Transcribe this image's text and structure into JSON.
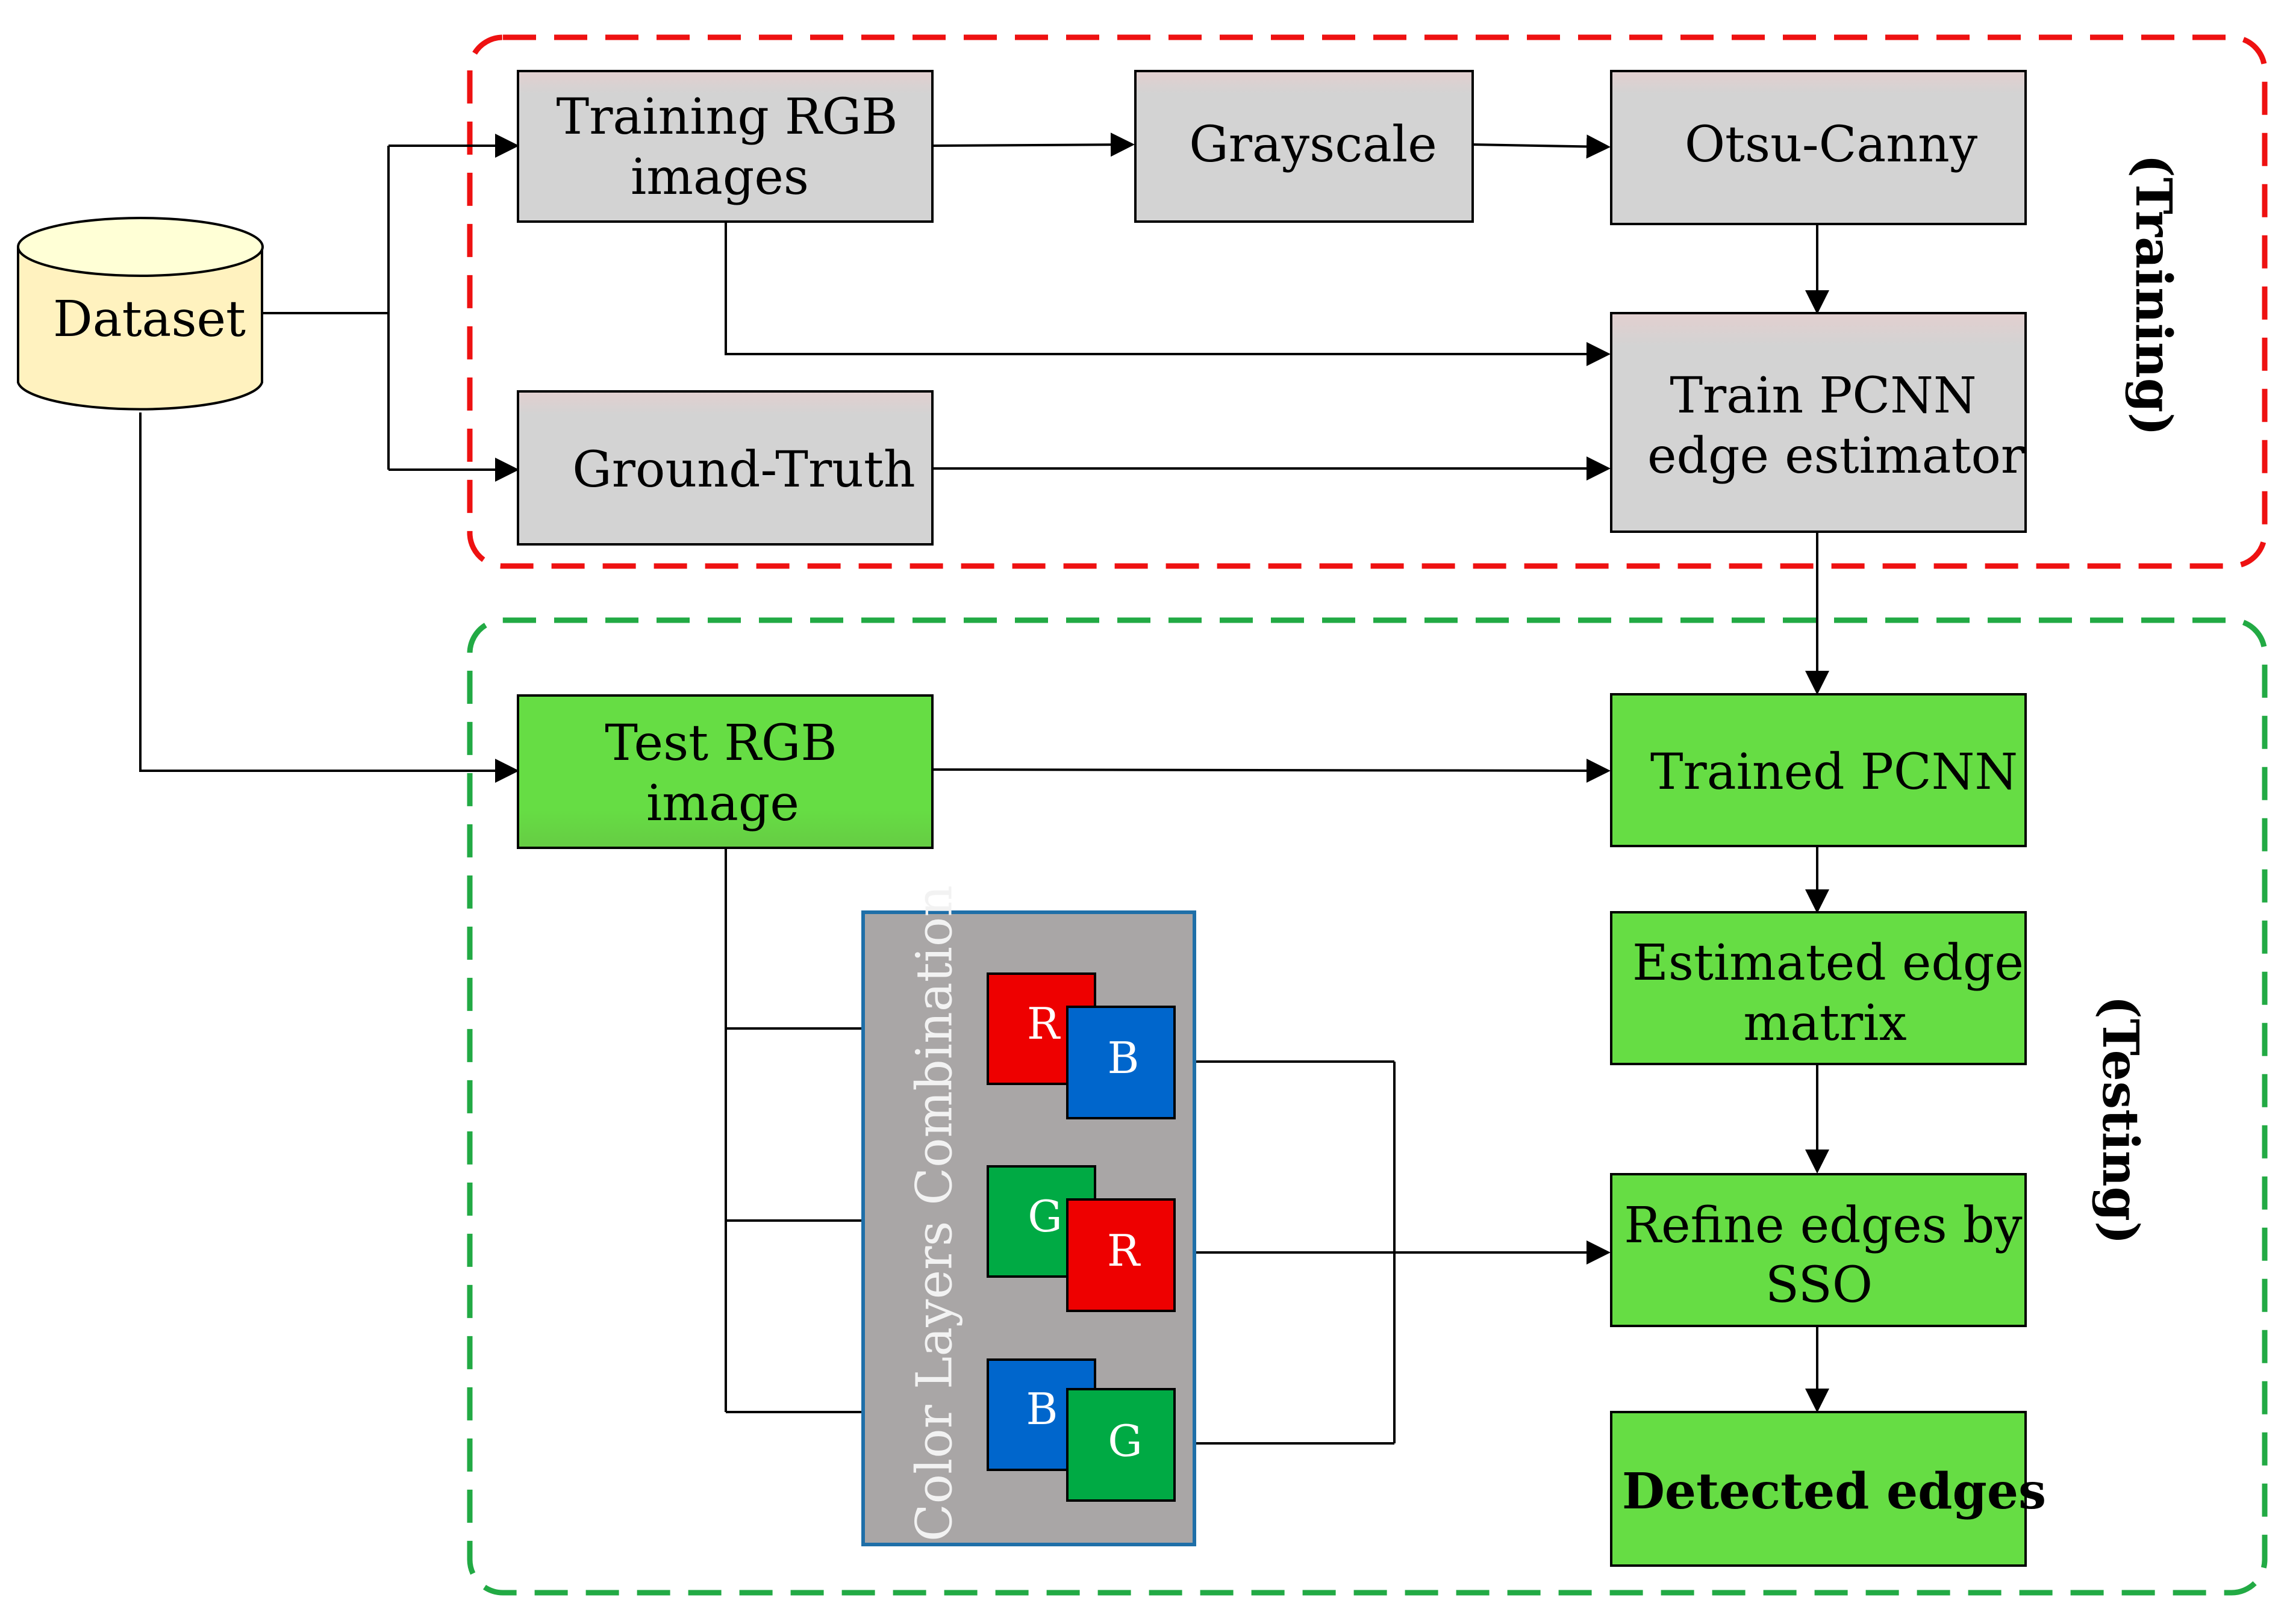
{
  "sections": {
    "training_label": "(Training)",
    "testing_label": "(Testing)"
  },
  "colors": {
    "training_border": "#ee1111",
    "testing_border": "#22aa44",
    "gray_box": "#d3d3d3",
    "green_box": "#66dd44",
    "dataset_fill": "#fff2bf",
    "combination_panel": "#a9a6a6",
    "red_channel": "#ee0000",
    "green_channel": "#00aa44",
    "blue_channel": "#0066cc"
  },
  "nodes": {
    "dataset": "Dataset",
    "training_rgb": [
      "Training RGB",
      "images"
    ],
    "grayscale": "Grayscale",
    "otsu_canny": "Otsu-Canny",
    "ground_truth": "Ground-Truth",
    "train_pcnn": [
      "Train PCNN",
      "edge estimator"
    ],
    "test_rgb": [
      "Test RGB",
      "image"
    ],
    "trained_pcnn": "Trained PCNN",
    "estimated_edge": [
      "Estimated edge",
      "matrix"
    ],
    "refine_edges": [
      "Refine edges by",
      "SSO"
    ],
    "detected_edges": "Detected edges"
  },
  "combination": {
    "label": "Color Layers Combination",
    "pairs": [
      {
        "back": "R",
        "front": "B"
      },
      {
        "back": "G",
        "front": "R"
      },
      {
        "back": "B",
        "front": "G"
      }
    ]
  }
}
